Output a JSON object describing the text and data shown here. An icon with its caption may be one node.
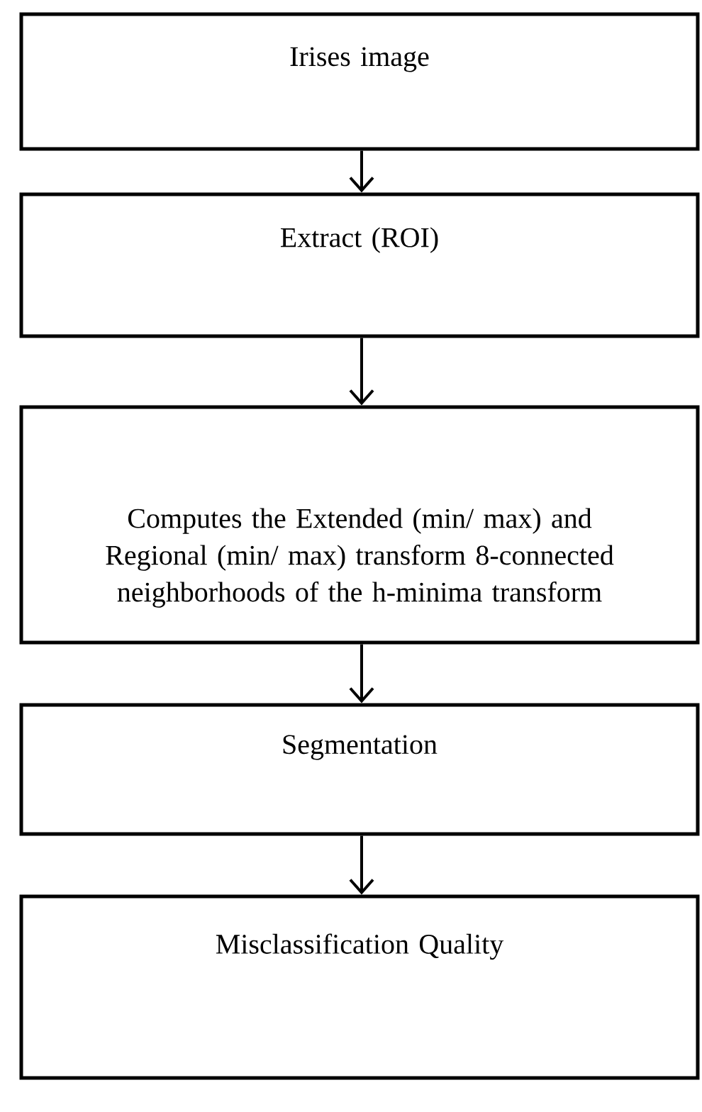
{
  "diagram": {
    "nodes": [
      {
        "text": [
          "Irises image"
        ]
      },
      {
        "text": [
          "Extract (ROI)"
        ]
      },
      {
        "text": [
          "Computes the Extended (min/ max) and Regional (min/ max) transform 8-connected neighborhoods of the h-minima transform"
        ]
      },
      {
        "text": [
          "Segmentation"
        ]
      },
      {
        "text": [
          "Misclassification Quality"
        ]
      }
    ],
    "edges": [
      {
        "from": 0,
        "to": 1,
        "arrow": "to"
      },
      {
        "from": 1,
        "to": 2,
        "arrow": "to"
      },
      {
        "from": 2,
        "to": 3,
        "arrow": "to"
      },
      {
        "from": 3,
        "to": 4,
        "arrow": "to"
      }
    ]
  }
}
